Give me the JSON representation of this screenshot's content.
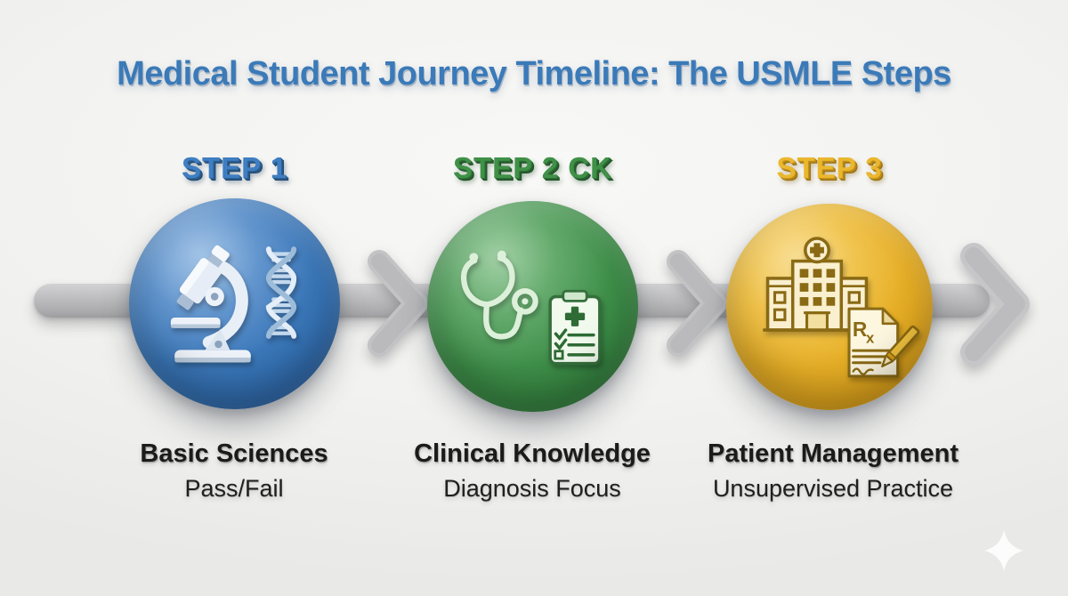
{
  "title": "Medical Student Journey Timeline: The USMLE Steps",
  "palette": {
    "background": "#f2f2f0",
    "title_blue": "#3b7ab8",
    "timeline_gray": "#b5b5b7",
    "step1_blue": "#3c7bbe",
    "step2_green": "#3f9147",
    "step3_gold": "#e8b42e",
    "caption_text": "#1b1b1b"
  },
  "timeline": {
    "direction": "left-to-right",
    "arrow_count": 3
  },
  "steps": [
    {
      "label": "STEP 1",
      "name": "Basic Sciences",
      "detail": "Pass/Fail",
      "color": "#3c7bbe",
      "icons": [
        "microscope-icon",
        "dna-helix-icon"
      ]
    },
    {
      "label": "STEP 2 CK",
      "name": "Clinical Knowledge",
      "detail": "Diagnosis Focus",
      "color": "#3f9147",
      "icons": [
        "stethoscope-icon",
        "medical-checklist-icon"
      ]
    },
    {
      "label": "STEP 3",
      "name": "Patient Management",
      "detail": "Unsupervised Practice",
      "color": "#e8b42e",
      "icons": [
        "hospital-icon",
        "prescription-pad-icon"
      ]
    }
  ],
  "decor": {
    "sparkle": "sparkle-icon"
  }
}
